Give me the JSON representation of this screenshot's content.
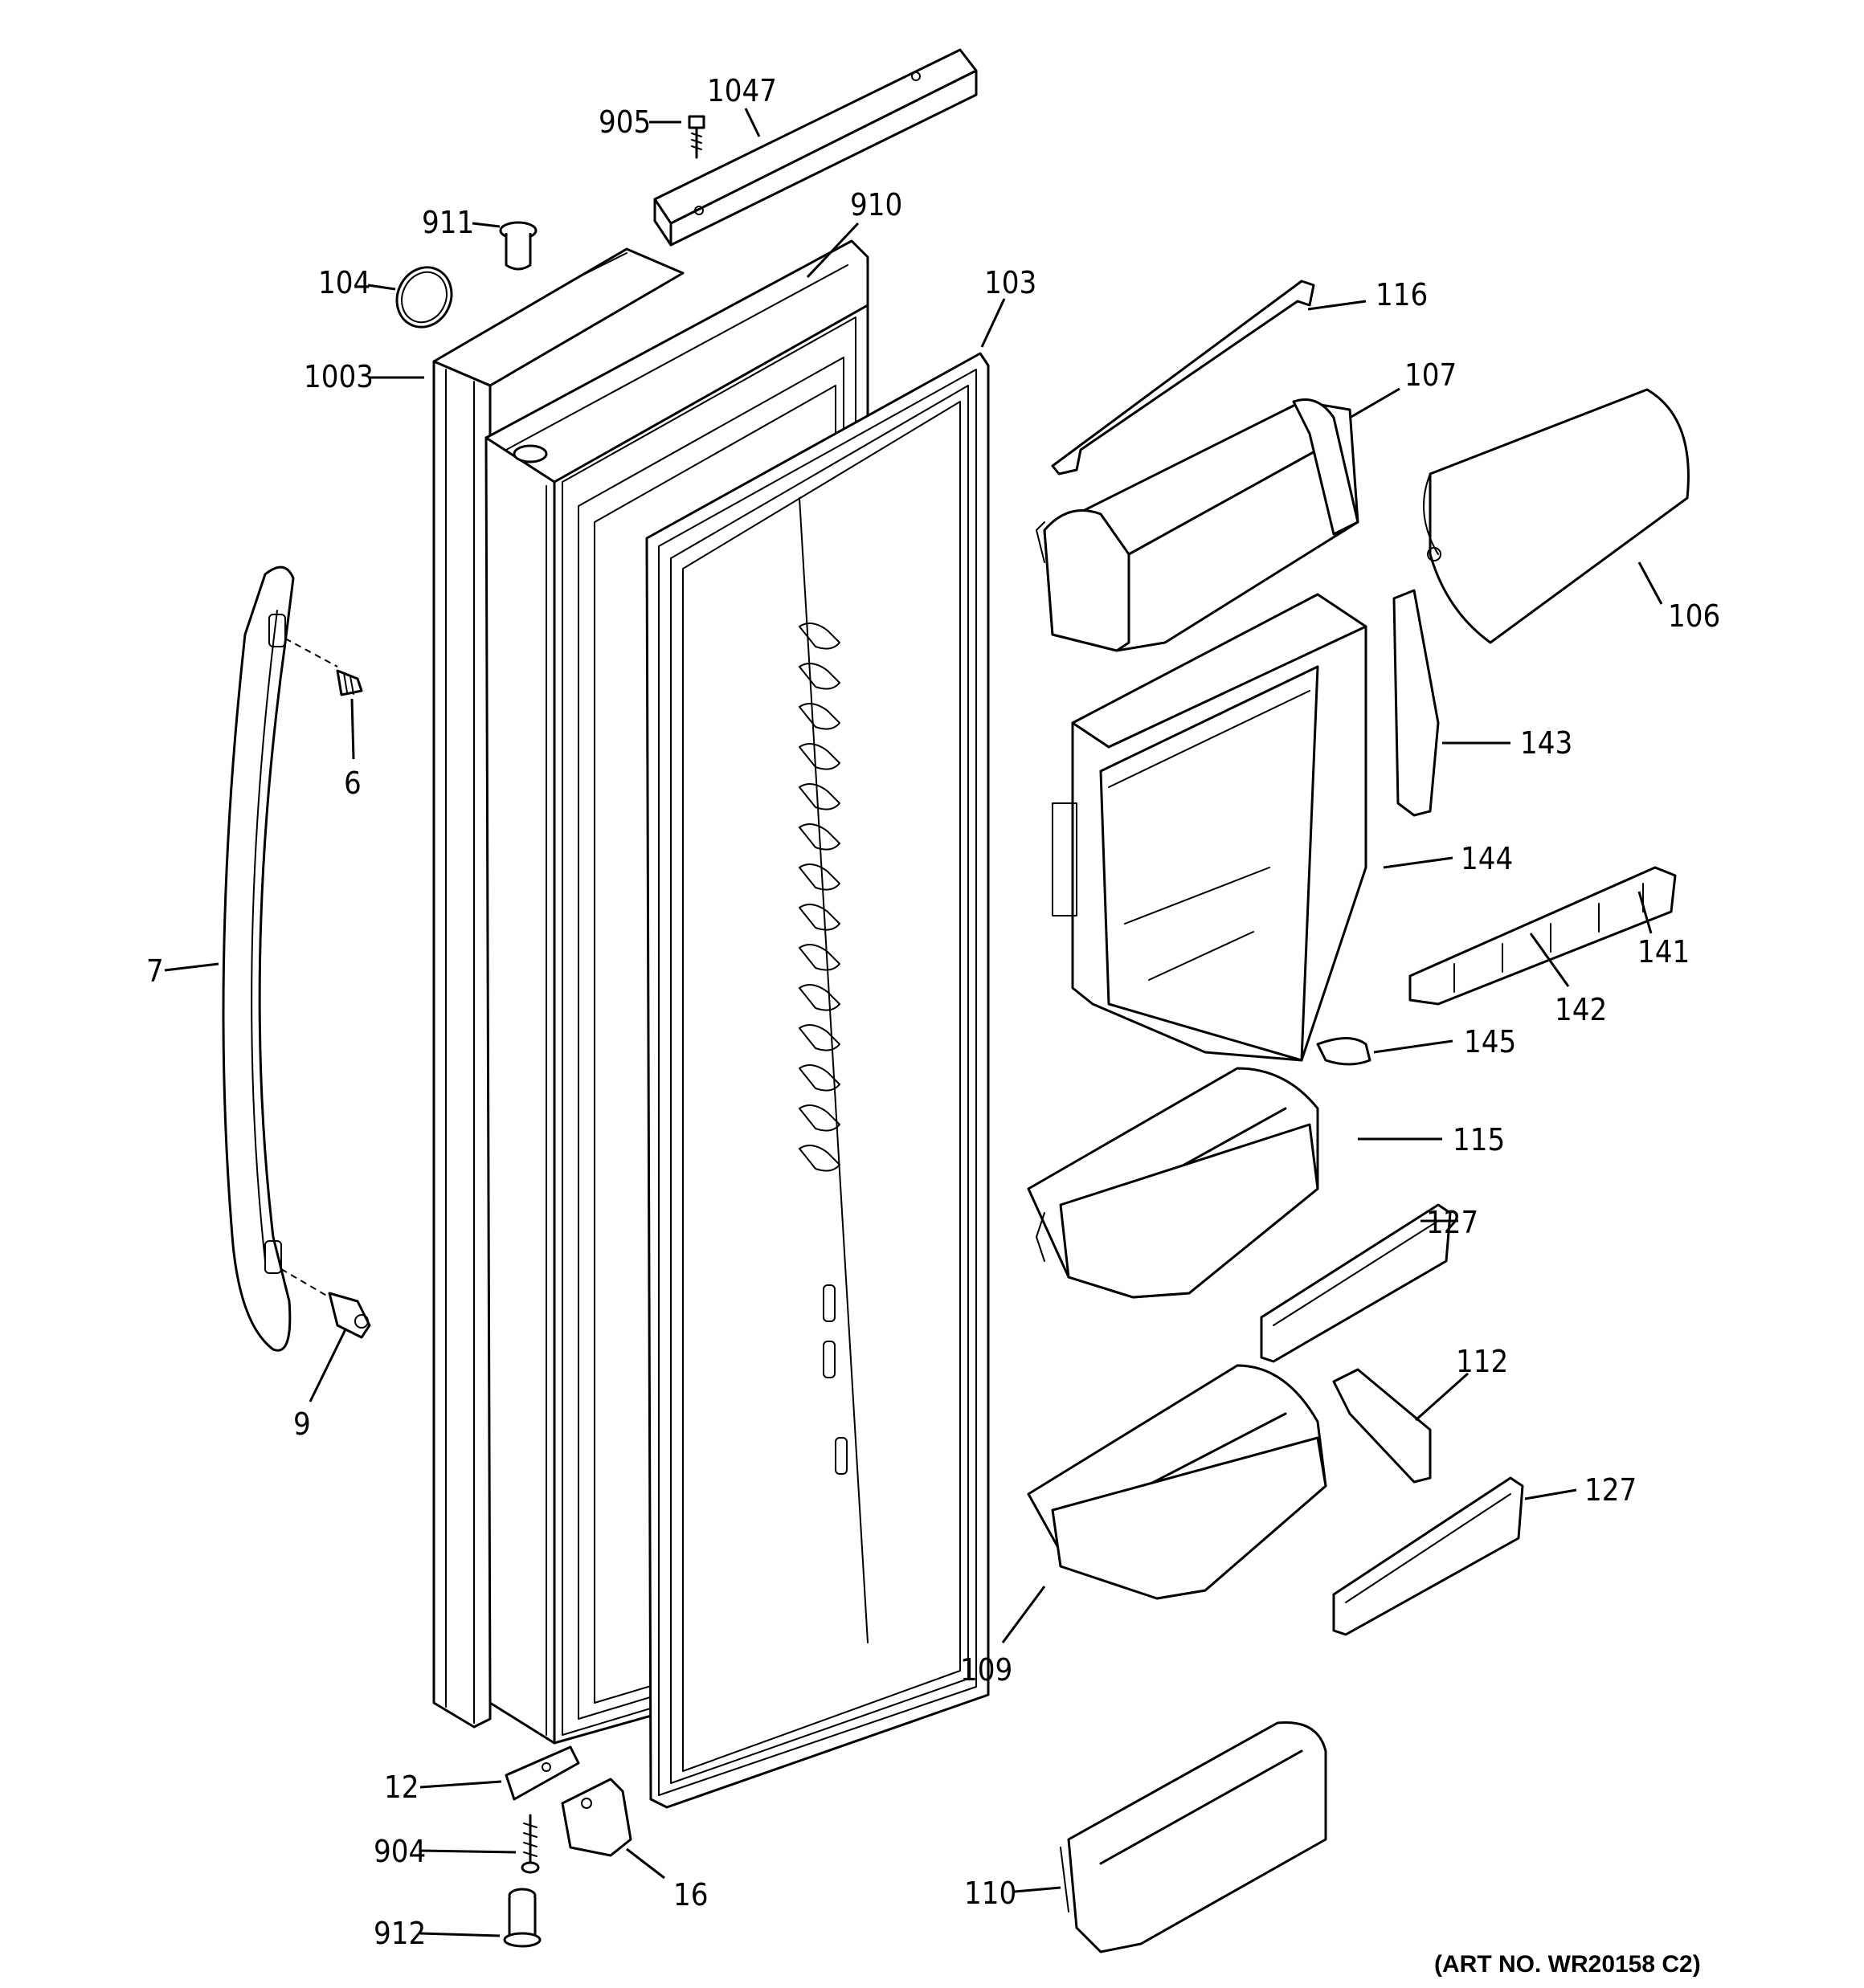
{
  "diagram": {
    "art_number": "(ART NO. WR20158 C2)",
    "callouts": {
      "c1047": "1047",
      "c905": "905",
      "c911": "911",
      "c910": "910",
      "c104": "104",
      "c103": "103",
      "c1003": "1003",
      "c116": "116",
      "c107": "107",
      "c106": "106",
      "c6": "6",
      "c143": "143",
      "c144": "144",
      "c7": "7",
      "c141": "141",
      "c142": "142",
      "c145": "145",
      "c115": "115",
      "c127a": "127",
      "c112": "112",
      "c9": "9",
      "c127b": "127",
      "c109": "109",
      "c12": "12",
      "c904": "904",
      "c16": "16",
      "c912": "912",
      "c110": "110"
    }
  }
}
